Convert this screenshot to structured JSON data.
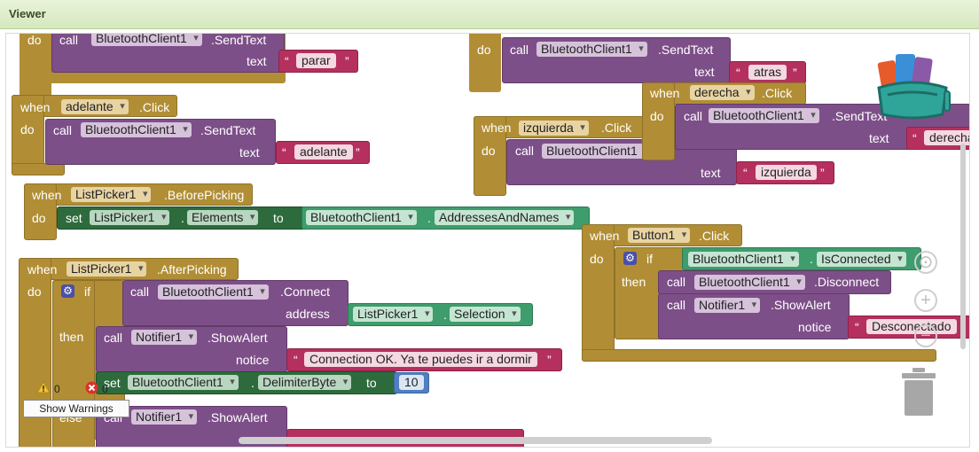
{
  "viewer": {
    "title": "Viewer"
  },
  "kw": {
    "do": "do",
    "when": "when",
    "call": "call",
    "text": "text",
    "set": "set",
    "to": "to",
    "if": "if",
    "then": "then",
    "else": "else",
    "address": "address",
    "notice": "notice",
    "dot": "."
  },
  "blocks": {
    "top_left": {
      "component": "BluetoothClient1",
      "method": ".SendText",
      "value": "parar"
    },
    "adelante": {
      "component": "adelante",
      "event": ".Click",
      "call_component": "BluetoothClient1",
      "method": ".SendText",
      "value": "adelante"
    },
    "before_picking": {
      "component": "ListPicker1",
      "event": ".BeforePicking",
      "set_component": "ListPicker1",
      "property": "Elements",
      "source_component": "BluetoothClient1",
      "source_property": "AddressesAndNames"
    },
    "after_picking": {
      "component": "ListPicker1",
      "event": ".AfterPicking",
      "connect_component": "BluetoothClient1",
      "connect_method": ".Connect",
      "address_component": "ListPicker1",
      "address_property": "Selection",
      "alert_component": "Notifier1",
      "alert_method": ".ShowAlert",
      "alert_value": "Connection OK. Ya te puedes ir a dormir",
      "delim_component": "BluetoothClient1",
      "delim_property": "DelimiterByte",
      "delim_value": "10",
      "else_component": "Notifier1",
      "else_method": ".ShowAlert"
    },
    "atras": {
      "component": "BluetoothClient1",
      "method": ".SendText",
      "value": "atras"
    },
    "derecha": {
      "component": "derecha",
      "event": ".Click",
      "call_component": "BluetoothClient1",
      "method": ".SendText",
      "value": "derecha"
    },
    "izquierda": {
      "component": "izquierda",
      "event": ".Click",
      "call_component": "BluetoothClient1",
      "value": "izquierda"
    },
    "button1": {
      "component": "Button1",
      "event": ".Click",
      "cond_component": "BluetoothClient1",
      "cond_property": "IsConnected",
      "disc_component": "BluetoothClient1",
      "disc_method": ".Disconnect",
      "alert_component": "Notifier1",
      "alert_method": ".ShowAlert",
      "alert_value": "Desconectado"
    }
  },
  "warnings": {
    "warning_count": "0",
    "error_count": "0",
    "button_label": "Show Warnings"
  },
  "controls": {
    "zoom_in": "+",
    "zoom_out": "−"
  },
  "colors": {
    "event": "#b18e35",
    "procedure": "#7d4f88",
    "setter": "#2d6b3c",
    "getter": "#3f9c6c",
    "text": "#b5305f",
    "number": "#4f7fc0"
  }
}
